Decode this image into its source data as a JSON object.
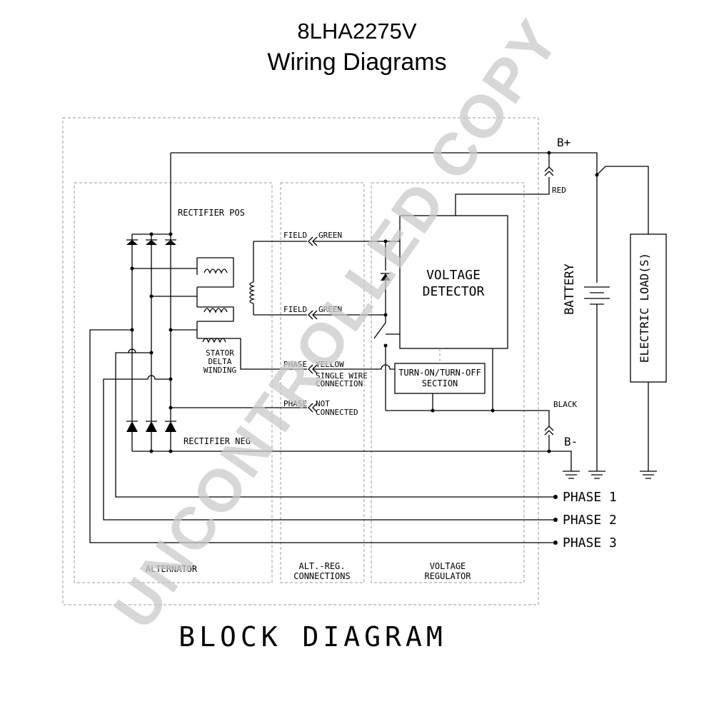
{
  "title": {
    "model": "8LHA2275V",
    "subtitle": "Wiring Diagrams"
  },
  "watermark": "UNCONTROLLED COPY",
  "sections": {
    "alternator": "ALTERNATOR",
    "alt_reg_line1": "ALT.-REG.",
    "alt_reg_line2": "CONNECTIONS",
    "vr_line1": "VOLTAGE",
    "vr_line2": "REGULATOR"
  },
  "labels": {
    "rectifier_pos": "RECTIFIER POS",
    "rectifier_neg": "RECTIFIER NEG",
    "stator_line1": "STATOR",
    "stator_line2": "DELTA",
    "stator_line3": "WINDING",
    "field_top": "FIELD",
    "green_top": "GREEN",
    "field_bottom": "FIELD",
    "green_bottom": "GREEN",
    "phase_yellow": "PHASE",
    "yellow": "YELLOW",
    "single_wire_1": "SINGLE WIRE",
    "single_wire_2": "CONNECTION",
    "phase_nc": "PHASE",
    "not": "NOT",
    "connected": "CONNECTED",
    "voltage_detector_1": "VOLTAGE",
    "voltage_detector_2": "DETECTOR",
    "turn_on_1": "TURN-ON/TURN-OFF",
    "turn_on_2": "SECTION",
    "red": "RED",
    "black": "BLACK",
    "b_plus": "B+",
    "b_minus": "B-",
    "battery": "BATTERY",
    "electric_load": "ELECTRIC LOAD(S)",
    "phase1": "PHASE 1",
    "phase2": "PHASE 2",
    "phase3": "PHASE 3"
  },
  "footer": "BLOCK DIAGRAM"
}
